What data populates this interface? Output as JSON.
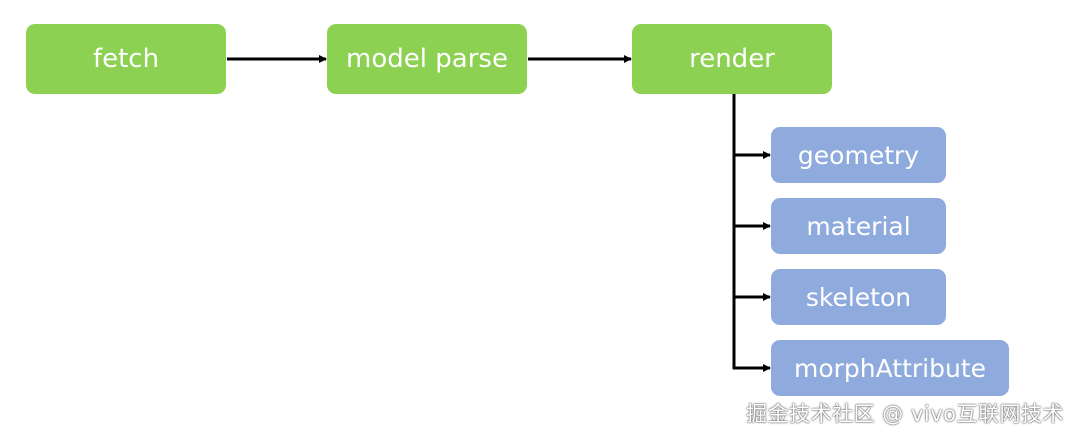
{
  "nodes": {
    "fetch": "fetch",
    "model_parse": "model parse",
    "render": "render",
    "geometry": "geometry",
    "material": "material",
    "skeleton": "skeleton",
    "morph_attribute": "morphAttribute"
  },
  "watermark": "掘金技术社区 @ vivo互联网技术",
  "colors": {
    "primary_node": "#8cd152",
    "sub_node": "#8faadc",
    "connector": "#000000",
    "text": "#ffffff"
  }
}
